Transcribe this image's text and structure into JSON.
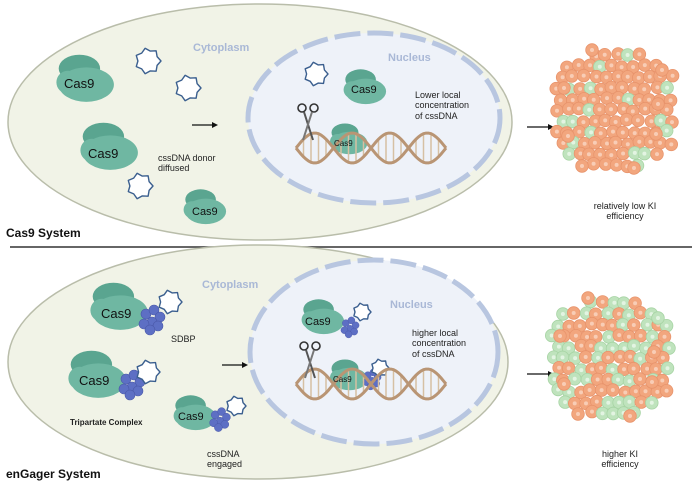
{
  "top_panel": {
    "system_label": "Cas9 System",
    "cytoplasm_label": "Cytoplasm",
    "nucleus_label": "Nucleus",
    "cas9_labels": [
      "Cas9",
      "Cas9",
      "Cas9",
      "Cas9",
      "Cas9"
    ],
    "donor_note": [
      "cssDNA donor",
      "diffused"
    ],
    "nucleus_note": [
      "Lower local",
      "concentration",
      "of cssDNA"
    ],
    "outcome": [
      "relatively low KI",
      "efficiency"
    ]
  },
  "bottom_panel": {
    "system_label": "enGager System",
    "cytoplasm_label": "Cytoplasm",
    "nucleus_label": "Nucleus",
    "cas9_labels": [
      "Cas9",
      "Cas9",
      "Cas9",
      "Cas9",
      "Cas9"
    ],
    "sdbp_label": "SDBP",
    "complex_label": "Tripartate Complex",
    "engaged_note": [
      "cssDNA",
      "engaged"
    ],
    "nucleus_note": [
      "higher local",
      "concentration",
      "of cssDNA"
    ],
    "outcome": [
      "higher KI",
      "efficiency"
    ]
  },
  "colors": {
    "cell_fill": "#f1f3e7",
    "cell_stroke": "#b9bdaa",
    "nucleus_fill": "#eef2f9",
    "nucleus_dash": "#b8c6e0",
    "cas9": "#6fb7a2",
    "cas9_dark": "#5aa590",
    "sdbp": "#5d6fc4",
    "dna_strand": "#b99574",
    "dna_rung": "#d6c0a3",
    "cssdna": "#3b5f8f",
    "cell_orange": "#f2a67e",
    "cell_green": "#bfe3bd",
    "divider": "#333333"
  }
}
